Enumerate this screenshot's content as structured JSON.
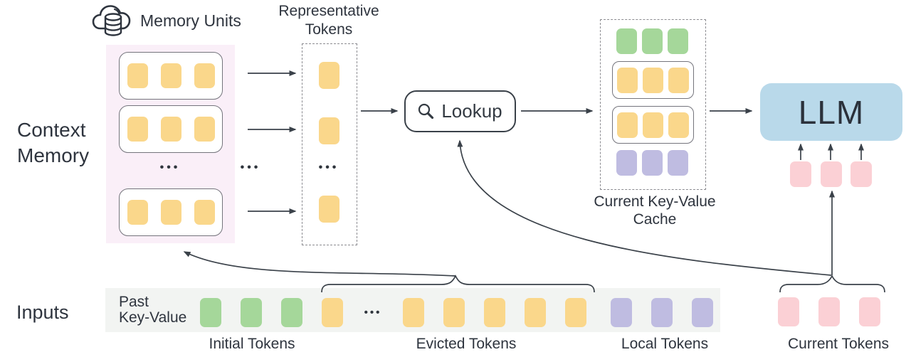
{
  "figure": {
    "context_memory": {
      "line1": "Context",
      "line2": "Memory"
    },
    "memory_units_label": "Memory Units",
    "representative": {
      "line1": "Representative",
      "line2": "Tokens"
    },
    "lookup_label": "Lookup",
    "cache_label": {
      "line1": "Current Key-Value",
      "line2": "Cache"
    },
    "llm_label": "LLM",
    "inputs_label": "Inputs",
    "past_kv": {
      "line1": "Past",
      "line2": "Key-Value"
    },
    "ellipsis": "•••",
    "bottom_labels": {
      "initial": "Initial Tokens",
      "evicted": "Evicted Tokens",
      "local": "Local Tokens",
      "current": "Current Tokens"
    }
  },
  "palette": {
    "yellow": "#FAD78B",
    "green": "#A5D79A",
    "purple": "#BFBCE1",
    "pink": "#FBD0D5",
    "blue": "#B9D9EA",
    "memory_panel_bg": "#FAEFF8",
    "input_strip_bg": "#F2F4F2",
    "line": "#3A4149"
  },
  "tokens": {
    "memory_unit": {
      "count": 3,
      "color": "yellow"
    },
    "representative": {
      "count": 1,
      "color": "yellow"
    },
    "cache_green": {
      "count": 3,
      "color": "green"
    },
    "cache_yellow": {
      "count": 3,
      "color": "yellow"
    },
    "cache_purple": {
      "count": 3,
      "color": "purple"
    },
    "llm_inputs": {
      "count": 3,
      "color": "pink"
    },
    "initial": {
      "count": 3,
      "color": "green"
    },
    "evicted_pre": {
      "count": 1,
      "color": "yellow"
    },
    "evicted_post": {
      "count": 5,
      "color": "yellow"
    },
    "local": {
      "count": 3,
      "color": "purple"
    },
    "current": {
      "count": 3,
      "color": "pink"
    }
  }
}
